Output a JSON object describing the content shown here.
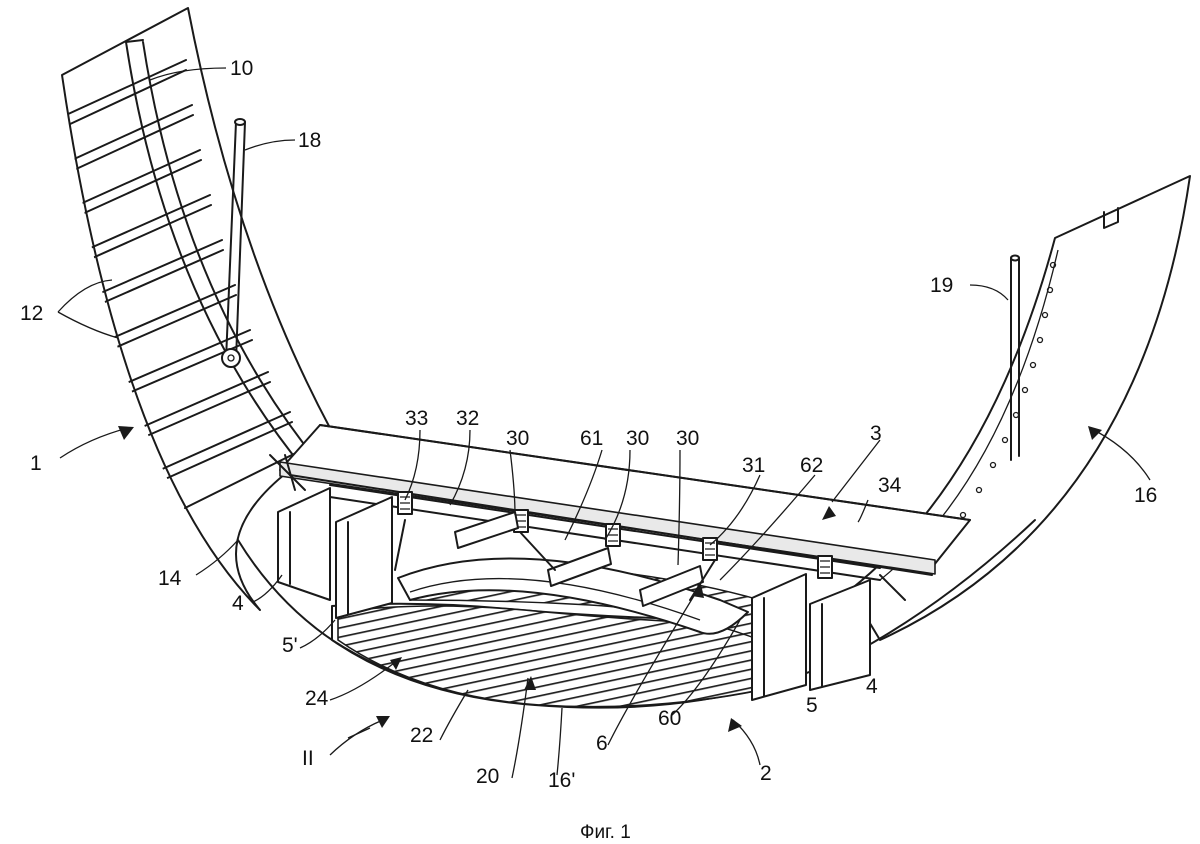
{
  "caption": "Фиг. 1",
  "labels": {
    "l10": "10",
    "l18": "18",
    "l12": "12",
    "l1": "1",
    "l14": "14",
    "l4a": "4",
    "l5a": "5'",
    "l24": "24",
    "l2roman": "II",
    "l22": "22",
    "l20": "20",
    "l16p": "16'",
    "l6": "6",
    "l60": "60",
    "l2": "2",
    "l5b": "5",
    "l4b": "4",
    "l33": "33",
    "l32": "32",
    "l30a": "30",
    "l61": "61",
    "l30b": "30",
    "l30c": "30",
    "l31": "31",
    "l62": "62",
    "l3": "3",
    "l34": "34",
    "l19": "19",
    "l16": "16"
  }
}
